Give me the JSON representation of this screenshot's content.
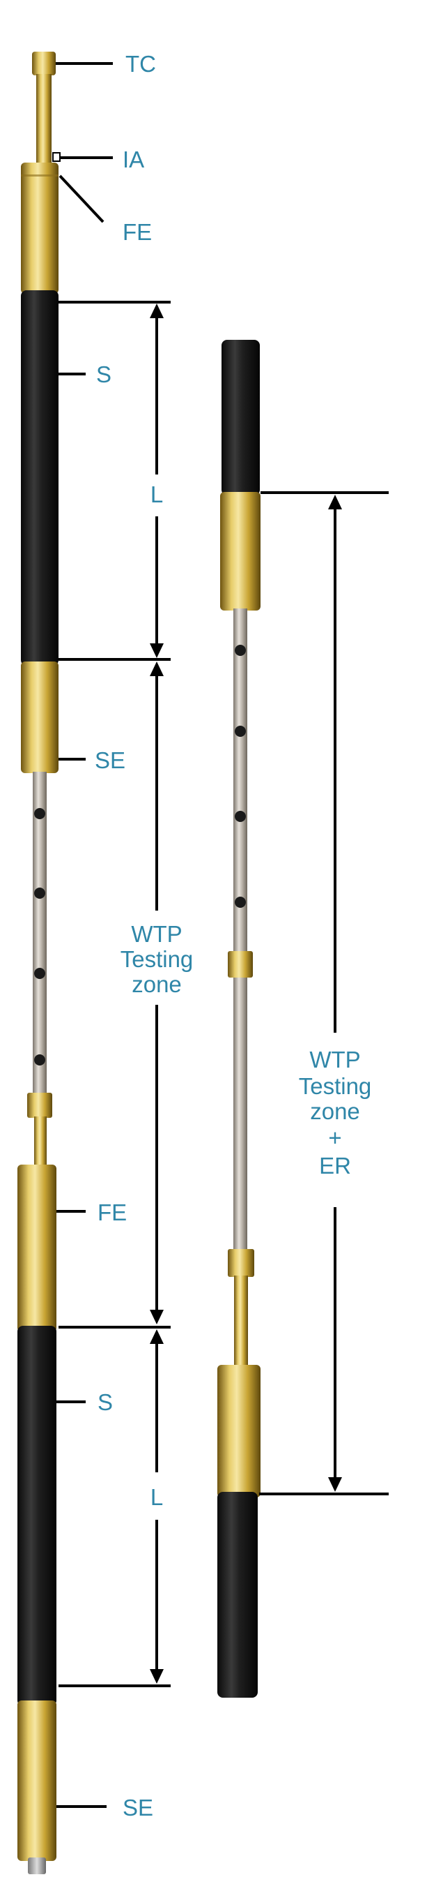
{
  "labels": {
    "tc": "TC",
    "ia": "IA",
    "fe_top": "FE",
    "s_top": "S",
    "l_top": "L",
    "se_mid": "SE",
    "wtp_line1": "WTP",
    "wtp_line2": "Testing",
    "wtp_line3": "zone",
    "fe_bottom": "FE",
    "s_bottom": "S",
    "l_bottom": "L",
    "se_bottom": "SE",
    "wtp_er_line1": "WTP",
    "wtp_er_line2": "Testing",
    "wtp_er_line3": "zone",
    "wtp_er_line4": "+",
    "wtp_er_line5": "ER"
  },
  "colors": {
    "label": "#2f86a8",
    "brass_light": "#f1dc86",
    "brass_mid": "#c9a534",
    "brass_dark": "#6e5410",
    "sleeve": "#1b1b1b",
    "tube": "#b9b4ad",
    "hole": "#1a1a1a"
  }
}
